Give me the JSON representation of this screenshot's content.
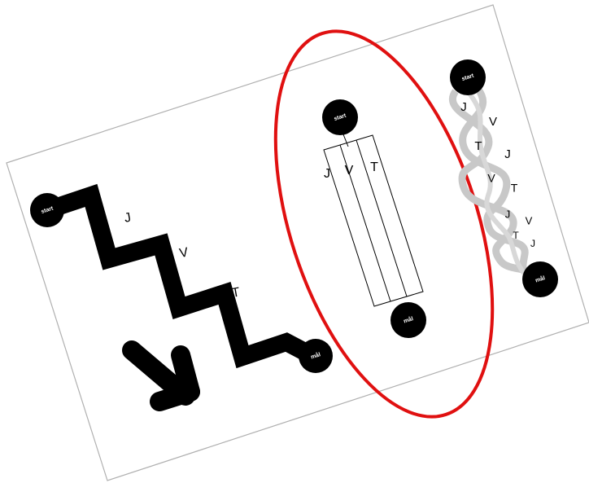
{
  "nodes": {
    "start_label": "start",
    "end_label": "mål"
  },
  "staircase": {
    "letters": [
      "J",
      "V",
      "T"
    ]
  },
  "parallel": {
    "letters": [
      "J",
      "V",
      "T"
    ],
    "highlight_color": "#e01010"
  },
  "braid": {
    "letters": [
      "J",
      "V",
      "T",
      "J",
      "V",
      "T",
      "J",
      "V",
      "T",
      "J"
    ]
  },
  "colors": {
    "card_border": "#b0b0b0",
    "ink": "#000000",
    "highlight": "#e01010"
  }
}
